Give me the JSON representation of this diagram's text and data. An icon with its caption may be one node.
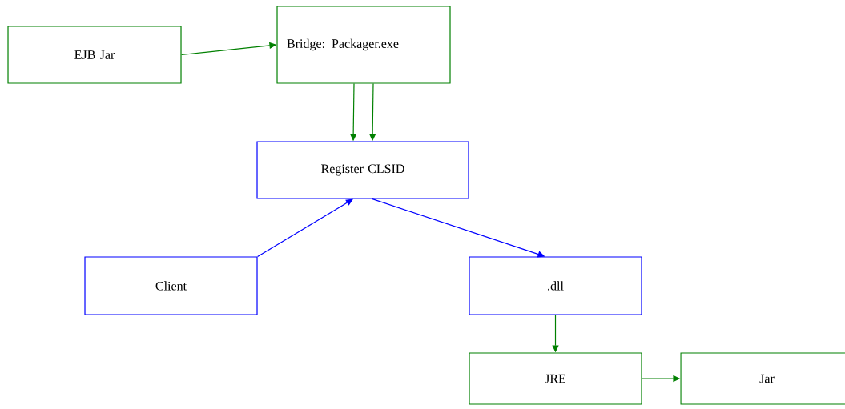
{
  "diagram": {
    "nodes": [
      {
        "text": [
          "EJB Jar"
        ]
      },
      {
        "text": [
          "Bridge: Packager.exe"
        ]
      },
      {
        "text": [
          "Register CLSID"
        ]
      },
      {
        "text": [
          "Client"
        ]
      },
      {
        "text": [
          ".dll"
        ]
      },
      {
        "text": [
          "JRE"
        ]
      },
      {
        "text": [
          "Jar"
        ]
      }
    ],
    "edges": [
      {
        "from": 0,
        "to": 1,
        "arrow": "to"
      },
      {
        "from": 1,
        "to": 2,
        "arrow": "to"
      },
      {
        "from": 1,
        "to": 2,
        "arrow": "to"
      },
      {
        "from": 3,
        "to": 2,
        "arrow": "to",
        "color": "#0000ff"
      },
      {
        "from": 2,
        "to": 4,
        "arrow": "to",
        "color": "#0000ff"
      },
      {
        "from": 4,
        "to": 5,
        "arrow": "to"
      },
      {
        "from": 5,
        "to": 6,
        "arrow": "to"
      }
    ]
  }
}
